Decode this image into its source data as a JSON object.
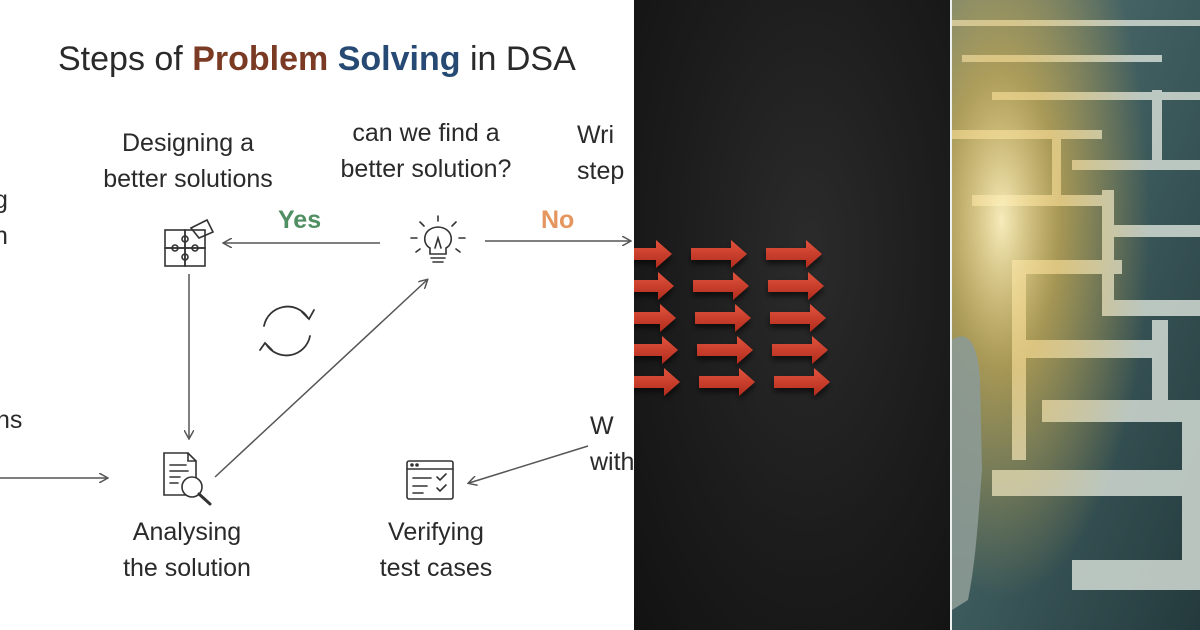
{
  "title": {
    "prefix": "Steps of",
    "highlight1": "Problem",
    "highlight2": "Solving",
    "suffix": "in DSA",
    "highlight1_color": "#7a3a24",
    "highlight2_color": "#264a73"
  },
  "nodes": {
    "designing": "Designing a\nbetter solutions",
    "find_better": "can we find a\nbetter solution?",
    "writing_partial": "Wri\nstep",
    "analysing": "Analysing\nthe solution",
    "verifying": "Verifying\ntest cases",
    "writing_code_partial": "W\nwith",
    "left_partial_top": "g\nn",
    "left_partial_mid": "ns"
  },
  "edges": {
    "yes_label": "Yes",
    "no_label": "No",
    "yes_color": "#4f8f62",
    "no_color": "#e5955e"
  },
  "icons": [
    "puzzle-icon",
    "lightbulb-icon",
    "cycle-icon",
    "document-search-icon",
    "checklist-window-icon"
  ],
  "arrow_graphic": {
    "rows": 5,
    "columns": 3,
    "arrow_color": "#d63a2a"
  },
  "maze_graphic": {
    "wall_color": "#c9d3cc",
    "glow_color": "#f5c24a"
  }
}
